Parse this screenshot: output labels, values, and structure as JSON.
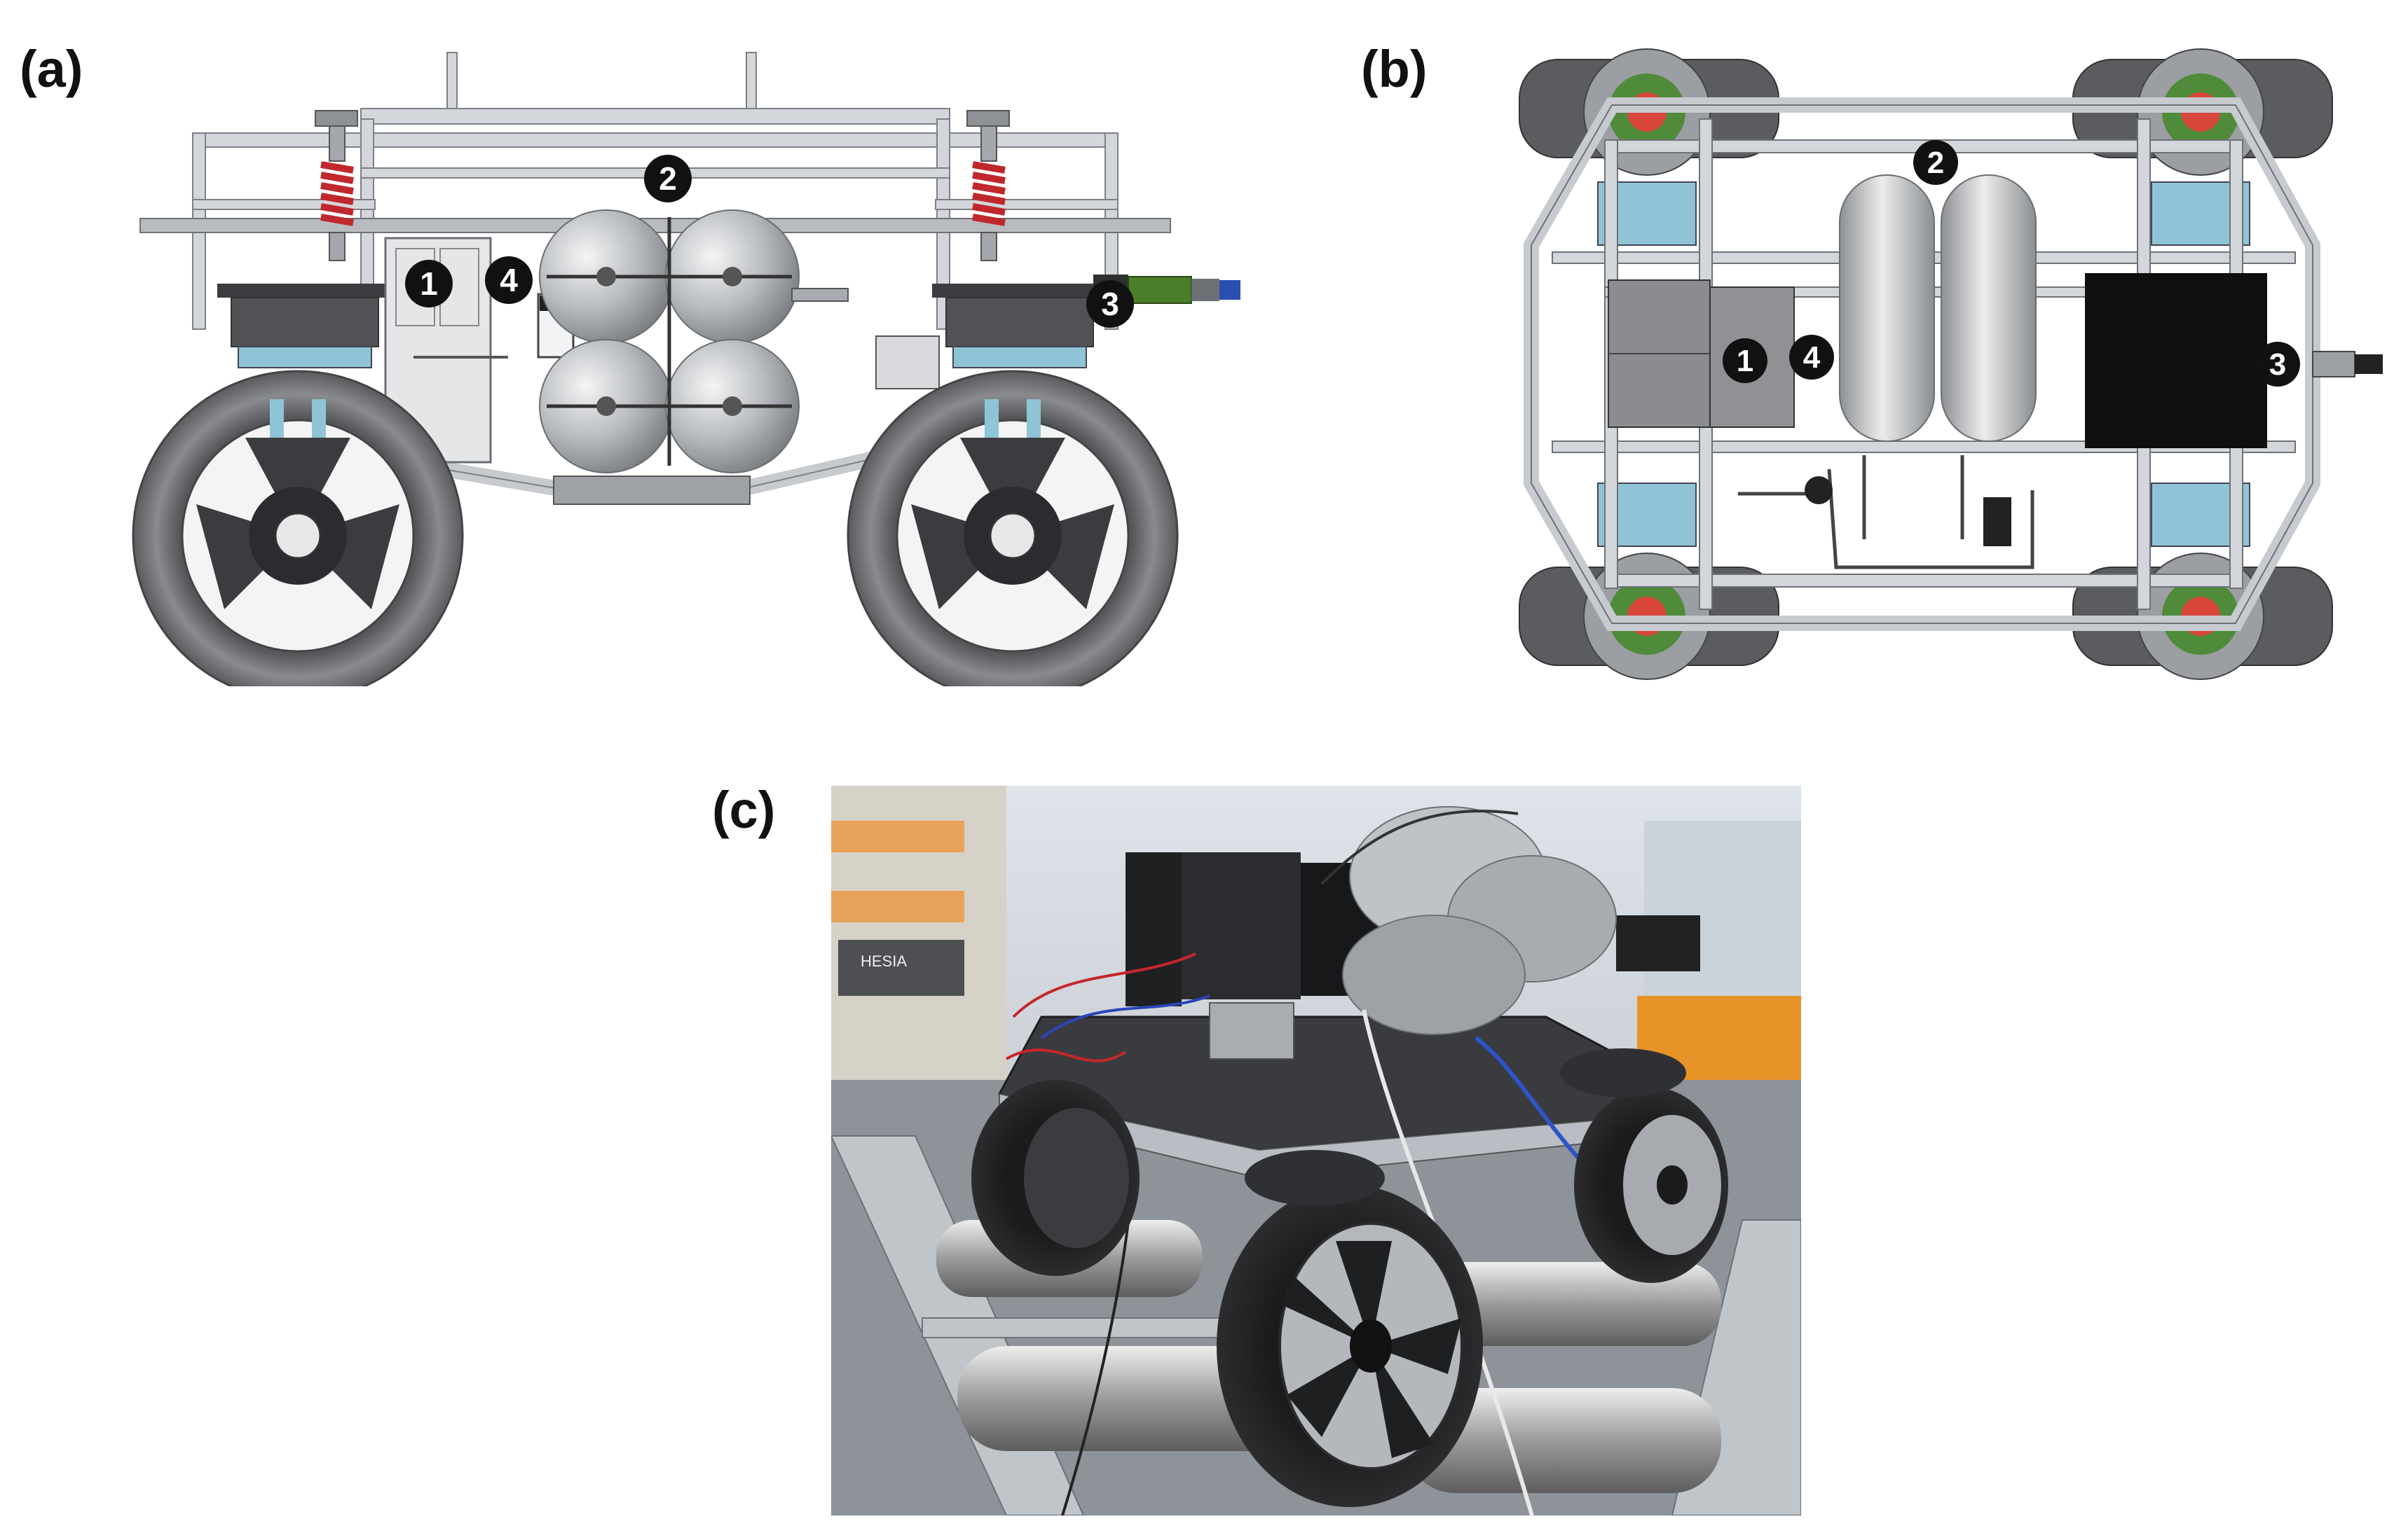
{
  "figure": {
    "panels": [
      {
        "label": "(a)",
        "view": "side"
      },
      {
        "label": "(b)",
        "view": "top"
      },
      {
        "label": "(c)",
        "view": "photo"
      }
    ],
    "markers_a": [
      "1",
      "2",
      "3",
      "4"
    ],
    "markers_b": [
      "1",
      "2",
      "3",
      "4"
    ],
    "photo_text": {
      "wall_sign": "HESIA"
    },
    "colors": {
      "frame": "#c9ccd1",
      "frame_edge": "#7d8186",
      "tire": "#6e6f72",
      "tank": "#b9bcc0",
      "spring": "#c0282d",
      "motor_blue": "#8fc4d6",
      "hub_green": "#4f8b3a",
      "hub_red": "#d9463c",
      "marker_fill": "#111111"
    }
  }
}
